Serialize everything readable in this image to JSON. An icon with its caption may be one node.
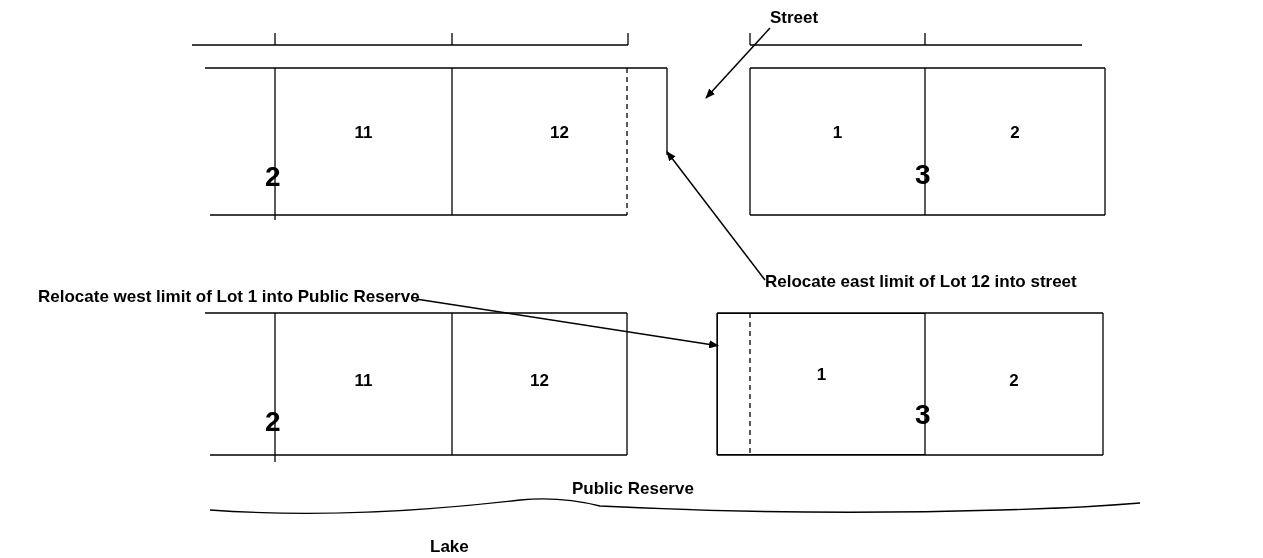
{
  "diagram": {
    "nodes": [
      {
        "text": [
          "Street"
        ]
      },
      {
        "text": [
          "11"
        ]
      },
      {
        "text": [
          "12"
        ]
      },
      {
        "text": [
          "1"
        ]
      },
      {
        "text": [
          "2"
        ]
      },
      {
        "text": [
          "Relocate east limit of Lot 12 into street"
        ]
      },
      {
        "text": [
          "Relocate west limit of Lot 1 into Public Reserve"
        ]
      },
      {
        "text": [
          "11"
        ]
      },
      {
        "text": [
          "12"
        ]
      },
      {
        "text": [
          "1"
        ]
      },
      {
        "text": [
          "2"
        ]
      }
    ],
    "edges": [
      {
        "from": 0,
        "to": null,
        "arrow": "to"
      },
      {
        "from": 5,
        "to": 2,
        "arrow": "to"
      },
      {
        "from": 6,
        "to": 9,
        "arrow": "to"
      }
    ],
    "labels": [
      "2",
      "3",
      "2",
      "3",
      "Public Reserve",
      "Lake"
    ]
  }
}
